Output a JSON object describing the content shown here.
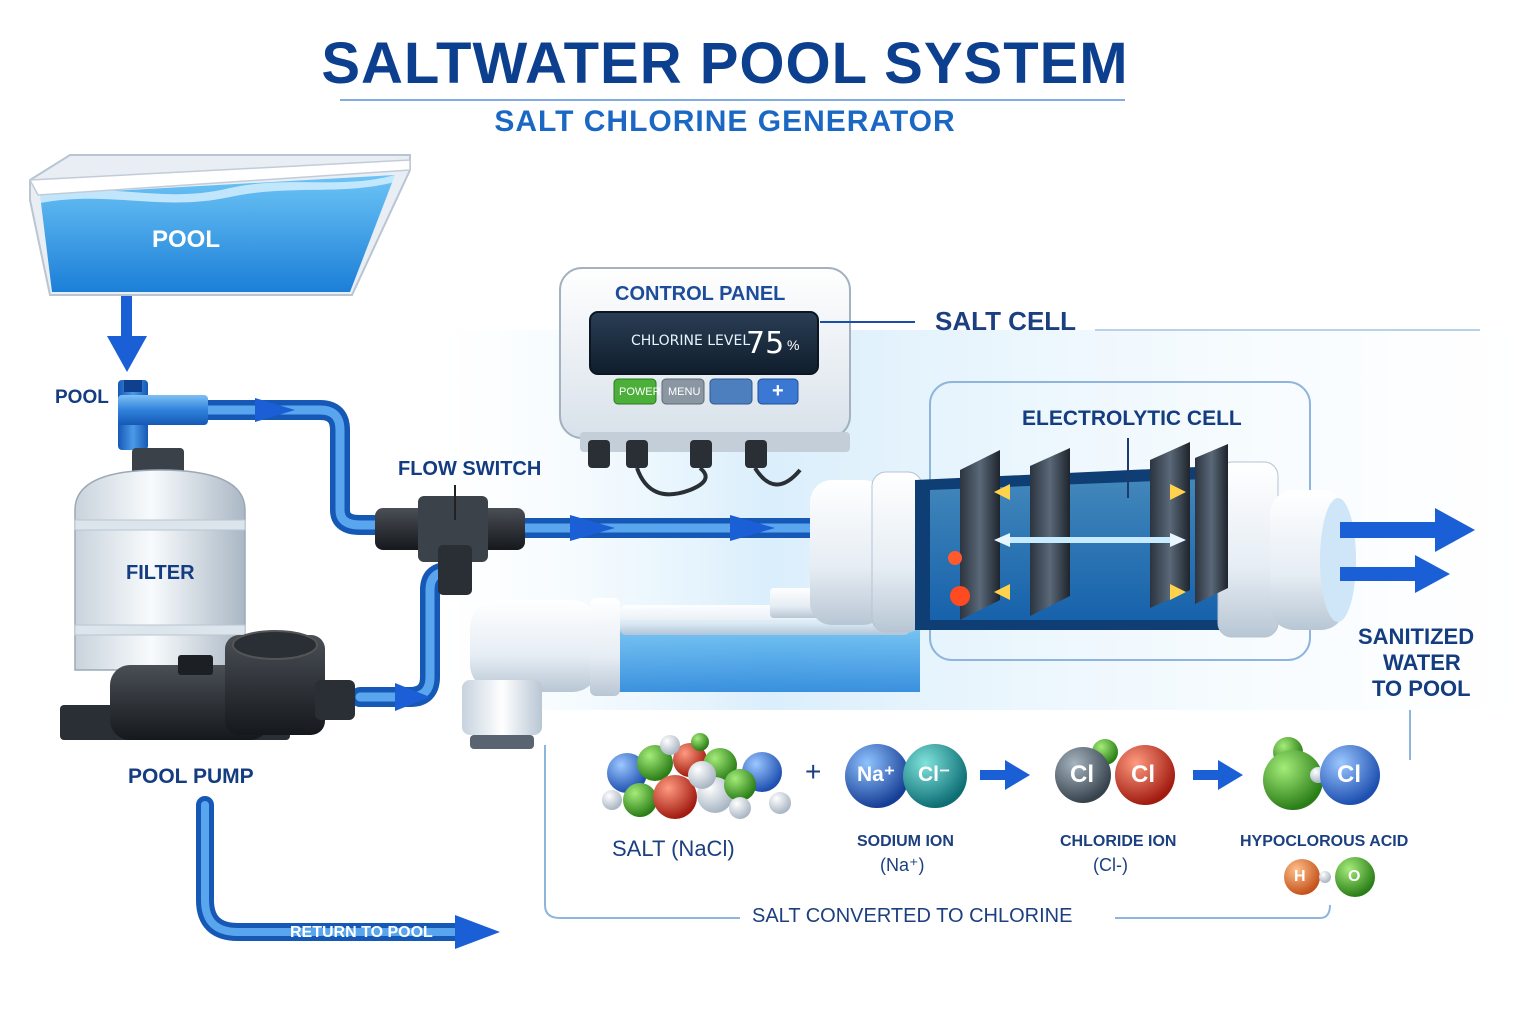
{
  "title": "SALTWATER POOL SYSTEM",
  "subtitle": "SALT CHLORINE GENERATOR",
  "components": {
    "pool_tank": "POOL",
    "pool_inlet": "POOL",
    "filter": "FILTER",
    "pool_pump": "POOL PUMP",
    "flow_switch": "FLOW SWITCH",
    "return": "RETURN TO POOL",
    "salt_cell": "SALT CELL",
    "electrolytic_cell": "ELECTROLYTIC CELL",
    "sanitized_line1": "SANITIZED",
    "sanitized_line2": "WATER",
    "sanitized_line3": "TO POOL"
  },
  "control_panel": {
    "title": "CONTROL PANEL",
    "readout_label": "CHLORINE LEVEL",
    "readout_value": "75",
    "readout_unit": "%",
    "buttons": {
      "power": "POWER",
      "menu": "MENU",
      "plus": "+"
    }
  },
  "chemistry": {
    "salt_label": "SALT (NaCl)",
    "plus_sign": "+",
    "sodium_symbol": "Na⁺",
    "chloride_symbol": "Cl⁻",
    "sodium_label_line1": "SODIUM ION",
    "sodium_label_line2": "(Na⁺)",
    "chloride_mol_atom1": "Cl",
    "chloride_mol_atom2": "Cl",
    "chloride_label_line1": "CHLORIDE ION",
    "chloride_label_line2": "(Cl-)",
    "hocl_atom": "Cl",
    "hocl_label": "HYPOCLOROUS ACID",
    "water_atom1": "H",
    "water_atom2": "O",
    "conversion_caption": "SALT CONVERTED TO CHLORINE"
  },
  "colors": {
    "title": "#0d3f8f",
    "subtitle": "#1a68c4",
    "flow_arrow": "#1a5fd6",
    "water": "#3aa0e8",
    "sodium": "#1d3f9e",
    "chloride": "#138a8a",
    "cl_molecule_gray": "#4a5a66",
    "cl_molecule_red": "#c8281c",
    "hocl_green": "#3aa526",
    "hocl_blue": "#1e57b8",
    "power_button": "#4caf3a"
  }
}
